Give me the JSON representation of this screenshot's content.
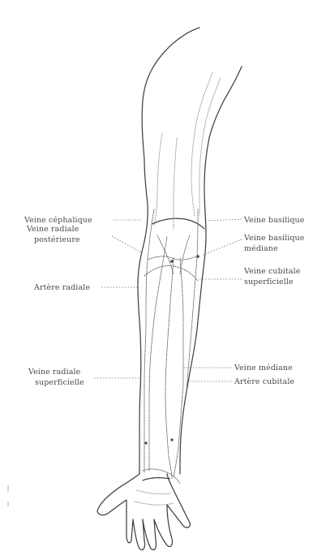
{
  "labels": {
    "veine_cephalique": "Veine céphalique",
    "veine_radiale_posterieure_l1": "Veine radiale",
    "veine_radiale_posterieure_l2": "postérieure",
    "artere_radiale": "Artère radiale",
    "veine_radiale_superficielle_l1": "Veine radiale",
    "veine_radiale_superficielle_l2": "superficielle",
    "veine_basilique": "Veine basilique",
    "veine_basilique_mediane_l1": "Veine basilique",
    "veine_basilique_mediane_l2": "médiane",
    "veine_cubitale_superficielle_l1": "Veine cubitale",
    "veine_cubitale_superficielle_l2": "superficielle",
    "veine_mediane": "Veine médiane",
    "artere_cubitale": "Artère cubitale"
  },
  "colors": {
    "outline": "#3a3a3a",
    "label_text": "#4a4a4a",
    "background": "#ffffff"
  }
}
